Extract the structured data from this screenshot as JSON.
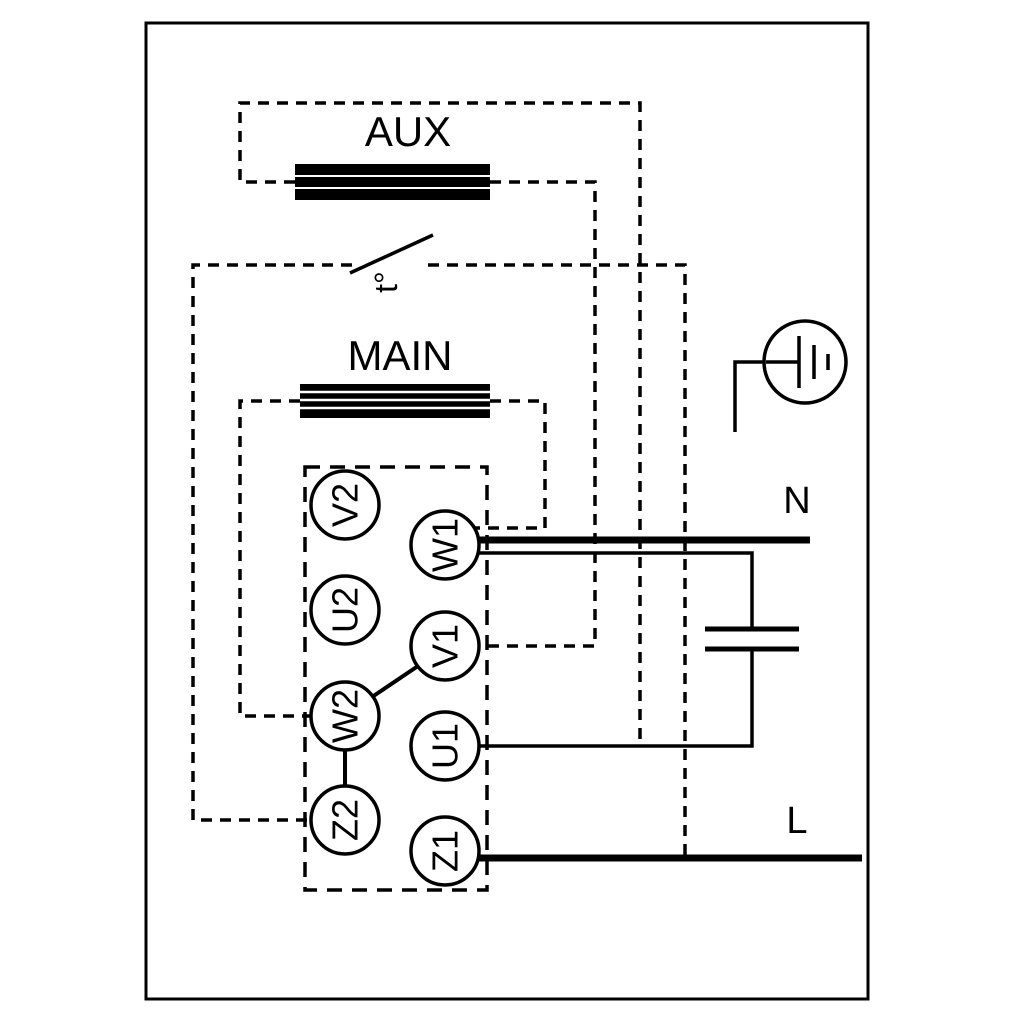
{
  "diagram": {
    "background": "#ffffff",
    "line_color": "#000000",
    "windings": {
      "aux_label": "AUX",
      "main_label": "MAIN"
    },
    "thermal_switch": {
      "label": "t°"
    },
    "supply": {
      "neutral_label": "N",
      "line_label": "L"
    },
    "terminal_block": {
      "left_column": [
        "V2",
        "U2",
        "W2",
        "Z2"
      ],
      "right_column": [
        "W1",
        "V1",
        "U1",
        "Z1"
      ]
    },
    "components": {
      "ground": "earth-ground-icon",
      "capacitor": "capacitor-icon",
      "thermal_switch": "thermal-switch-icon"
    }
  }
}
